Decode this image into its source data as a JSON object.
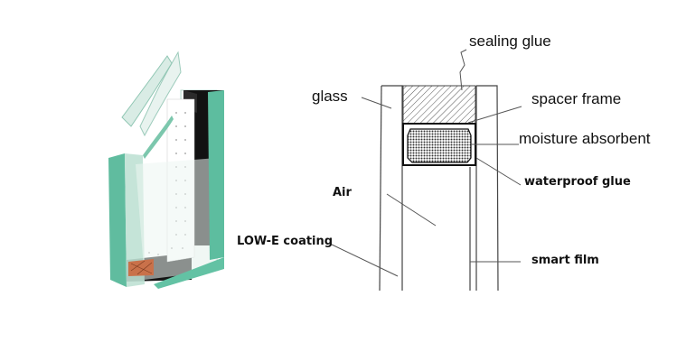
{
  "colors": {
    "glass_edge": "#57b89a",
    "glass_face": "#e7f2ef",
    "spacer_dark": "#111111",
    "absorbent": "#c9714a",
    "line": "#555555"
  },
  "labels": {
    "sealing_glue": "sealing glue",
    "glass": "glass",
    "spacer_frame": "spacer frame",
    "moisture_absorbent": "moisture absorbent",
    "air": "Air",
    "waterproof_glue": "waterproof glue",
    "low_e_coating": "LOW-E coating",
    "smart_film": "smart film"
  }
}
